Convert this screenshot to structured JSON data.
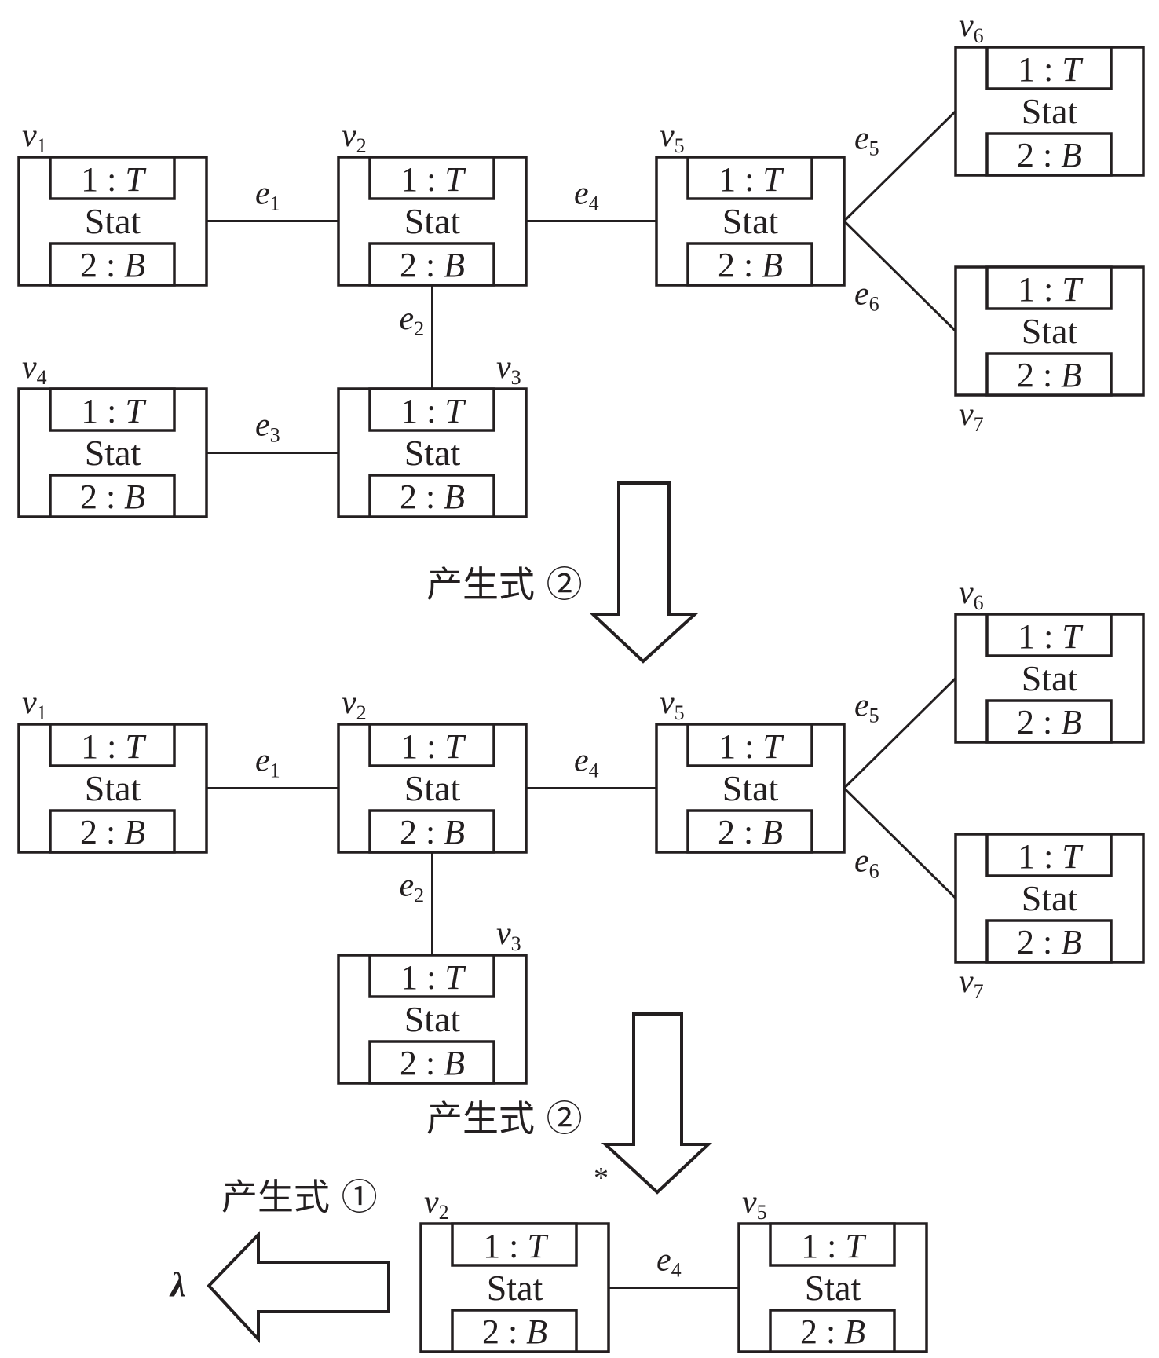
{
  "title": "Graph grammar derivation of Stat nodes",
  "node_template": {
    "top_port": "1 : T",
    "top_port_number": "1",
    "top_port_type": "T",
    "center_label": "Stat",
    "bottom_port": "2 : B",
    "bottom_port_number": "2",
    "bottom_port_type": "B",
    "colon": ":"
  },
  "stages": [
    {
      "id": "stage-1",
      "nodes": [
        {
          "id": "v1",
          "name": "v",
          "sub": "1"
        },
        {
          "id": "v2",
          "name": "v",
          "sub": "2"
        },
        {
          "id": "v5",
          "name": "v",
          "sub": "5"
        },
        {
          "id": "v6",
          "name": "v",
          "sub": "6"
        },
        {
          "id": "v7",
          "name": "v",
          "sub": "7"
        },
        {
          "id": "v4",
          "name": "v",
          "sub": "4"
        },
        {
          "id": "v3",
          "name": "v",
          "sub": "3"
        }
      ],
      "edges": [
        {
          "id": "e1",
          "name": "e",
          "sub": "1",
          "from": "v1",
          "to": "v2"
        },
        {
          "id": "e2",
          "name": "e",
          "sub": "2",
          "from": "v2",
          "to": "v3"
        },
        {
          "id": "e3",
          "name": "e",
          "sub": "3",
          "from": "v4",
          "to": "v3"
        },
        {
          "id": "e4",
          "name": "e",
          "sub": "4",
          "from": "v2",
          "to": "v5"
        },
        {
          "id": "e5",
          "name": "e",
          "sub": "5",
          "from": "v5",
          "to": "v6"
        },
        {
          "id": "e6",
          "name": "e",
          "sub": "6",
          "from": "v5",
          "to": "v7"
        }
      ]
    },
    {
      "id": "stage-2",
      "nodes": [
        {
          "id": "v1",
          "name": "v",
          "sub": "1"
        },
        {
          "id": "v2",
          "name": "v",
          "sub": "2"
        },
        {
          "id": "v5",
          "name": "v",
          "sub": "5"
        },
        {
          "id": "v6",
          "name": "v",
          "sub": "6"
        },
        {
          "id": "v7",
          "name": "v",
          "sub": "7"
        },
        {
          "id": "v3",
          "name": "v",
          "sub": "3"
        }
      ],
      "edges": [
        {
          "id": "e1",
          "name": "e",
          "sub": "1",
          "from": "v1",
          "to": "v2"
        },
        {
          "id": "e2",
          "name": "e",
          "sub": "2",
          "from": "v2",
          "to": "v3"
        },
        {
          "id": "e4",
          "name": "e",
          "sub": "4",
          "from": "v2",
          "to": "v5"
        },
        {
          "id": "e5",
          "name": "e",
          "sub": "5",
          "from": "v5",
          "to": "v6"
        },
        {
          "id": "e6",
          "name": "e",
          "sub": "6",
          "from": "v5",
          "to": "v7"
        }
      ]
    },
    {
      "id": "stage-3",
      "nodes": [
        {
          "id": "v2",
          "name": "v",
          "sub": "2"
        },
        {
          "id": "v5",
          "name": "v",
          "sub": "5"
        }
      ],
      "edges": [
        {
          "id": "e4",
          "name": "e",
          "sub": "4",
          "from": "v2",
          "to": "v5"
        }
      ]
    }
  ],
  "transitions": [
    {
      "id": "arrow-1",
      "label": "产生式 ②",
      "direction": "down",
      "marker": ""
    },
    {
      "id": "arrow-2",
      "label": "产生式 ②",
      "direction": "down",
      "marker": "*"
    },
    {
      "id": "arrow-3",
      "label": "产生式 ①",
      "direction": "left",
      "marker": "",
      "result": "λ"
    }
  ]
}
